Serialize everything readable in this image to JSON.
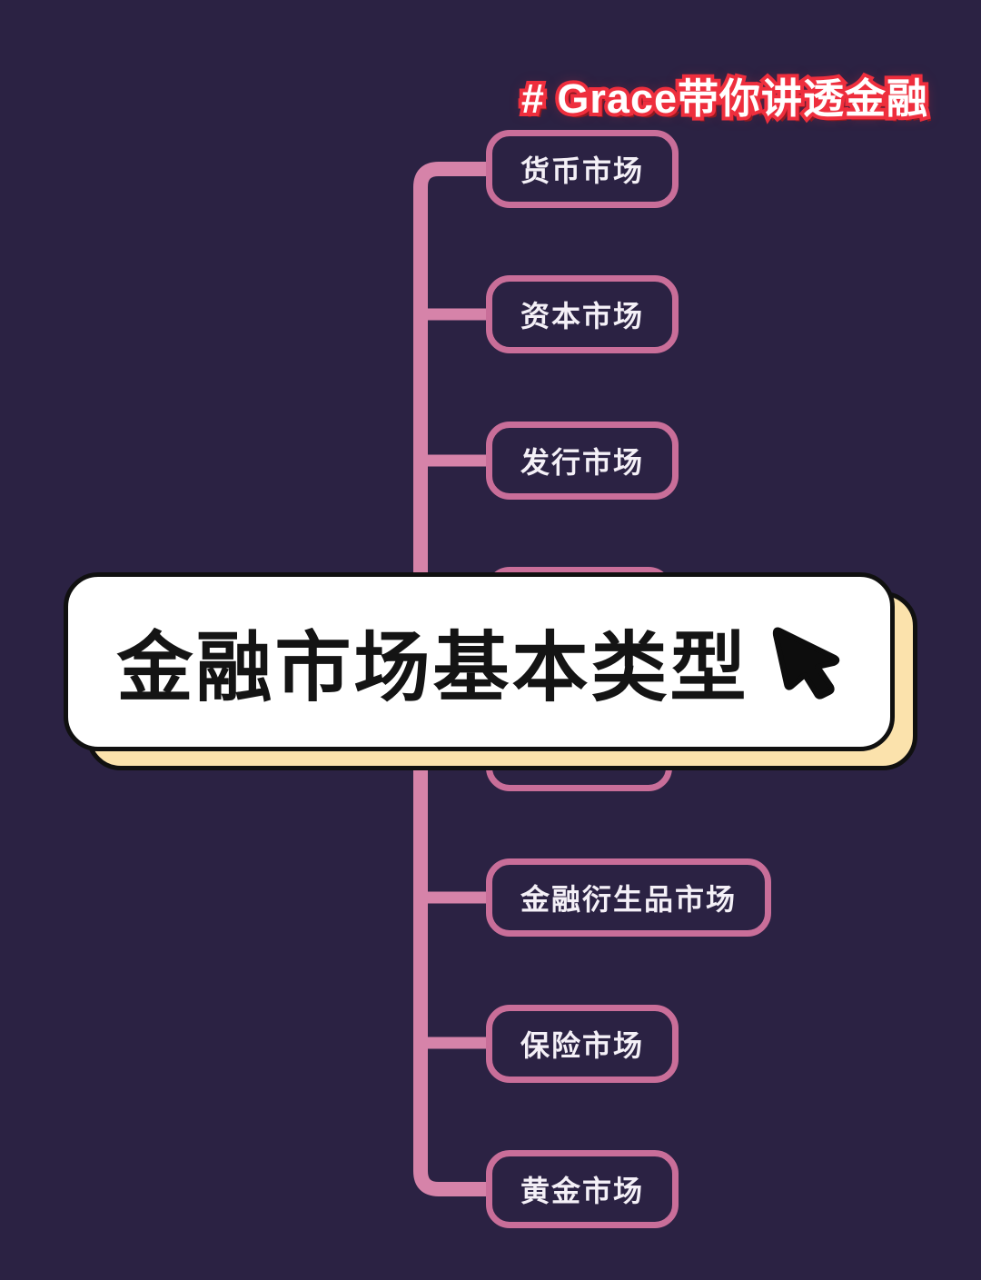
{
  "colors": {
    "background": "#2b2243",
    "branch_line": "#d683a9",
    "node_border": "#c96e99",
    "node_text": "#f4f0f7",
    "root_bg": "#ffffff",
    "root_border": "#101010",
    "root_shadow": "#fbe2ac",
    "root_text": "#141414",
    "watermark_fill": "#ffffff",
    "watermark_outline": "#ee2e3d",
    "watermark_shadow": "#8e1820"
  },
  "header": {
    "watermark": "# Grace带你讲透金融"
  },
  "mindmap": {
    "root": {
      "label": "金融市场基本类型",
      "icon": "cursor-arrow-icon"
    },
    "branches": [
      {
        "label": "货币市场",
        "obscured": false
      },
      {
        "label": "资本市场",
        "obscured": false
      },
      {
        "label": "发行市场",
        "obscured": false
      },
      {
        "label": "",
        "obscured": true
      },
      {
        "label": "",
        "obscured": true
      },
      {
        "label": "金融衍生品市场",
        "obscured": false
      },
      {
        "label": "保险市场",
        "obscured": false
      },
      {
        "label": "黄金市场",
        "obscured": false
      }
    ]
  }
}
